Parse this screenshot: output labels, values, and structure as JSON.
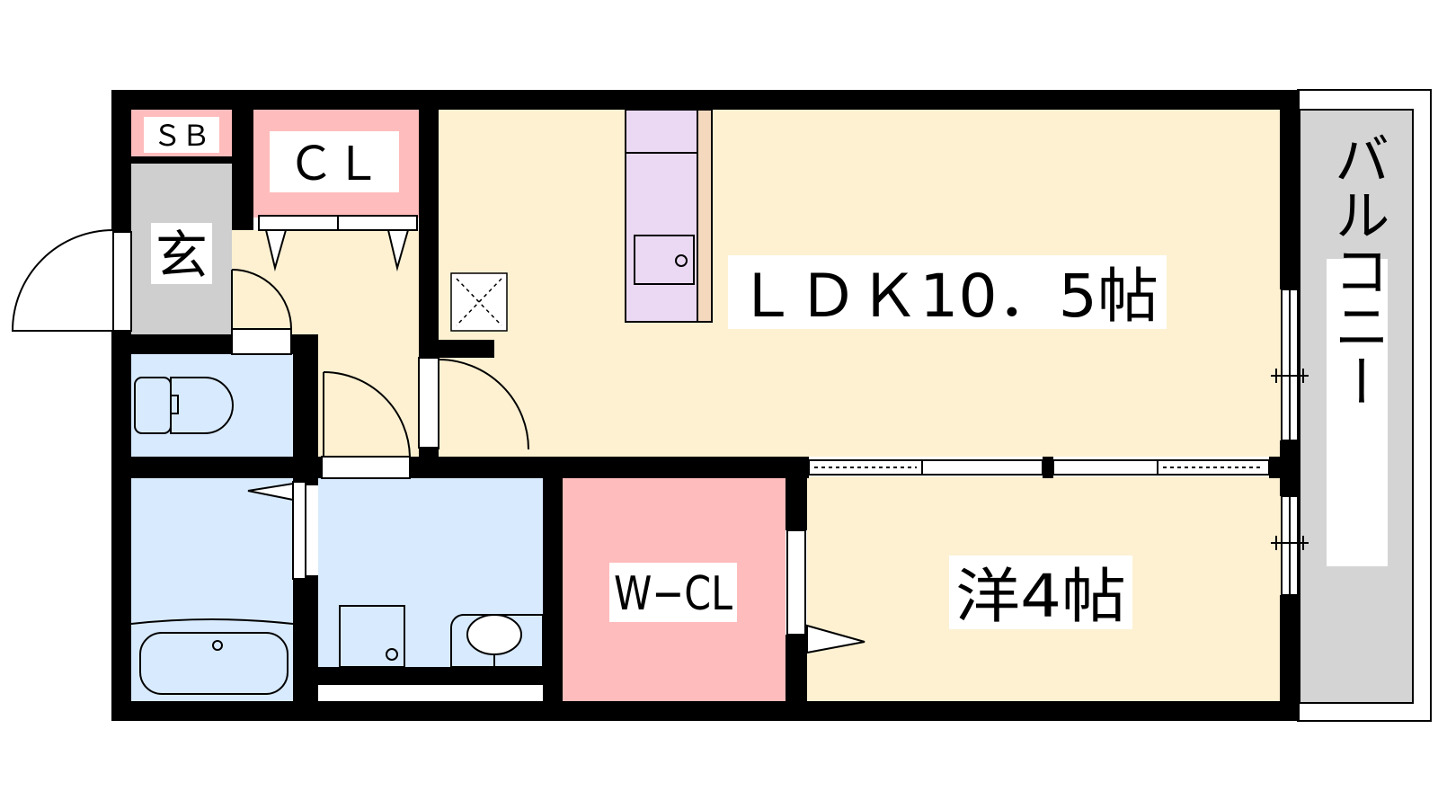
{
  "rooms": {
    "ldk": {
      "label": "ＬＤＫ10．5帖"
    },
    "western": {
      "label": "洋4帖"
    },
    "wcl": {
      "label": "W−CL"
    },
    "cl": {
      "label": "ＣＬ"
    },
    "sb": {
      "label": "ＳＢ"
    },
    "entrance": {
      "label": "玄"
    },
    "balcony": {
      "label": "バルコニー"
    }
  },
  "colors": {
    "wall": "#000000",
    "living": "#fdf1d2",
    "storage": "#ffbcbc",
    "wet": "#d8eafd",
    "kitchen": "#ebd9f3",
    "entrance": "#cfcfcf",
    "balcony": "#d4d4d4",
    "counter": "#f4d9bf"
  }
}
